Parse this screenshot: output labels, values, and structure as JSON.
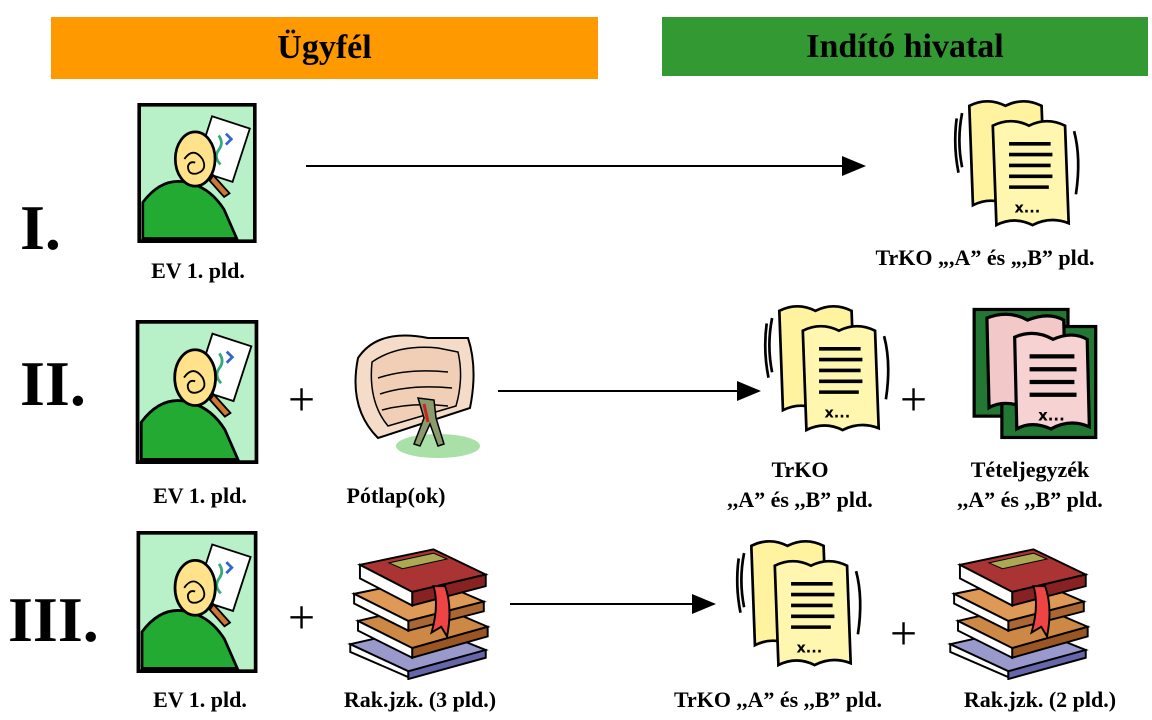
{
  "headers": {
    "left": "Ügyfél",
    "right": "Indító hivatal"
  },
  "rows": [
    {
      "numeral": "I.",
      "left_caption": "EV 1. pld.",
      "right_caption": "TrKO „,A” és „,B”  pld."
    },
    {
      "numeral": "II.",
      "left_caption": "EV 1. pld.",
      "extra_left_caption": "Pótlap(ok)",
      "right_caption_1": "TrKO",
      "right_caption_2": ",,A” és ,,B”  pld.",
      "right2_caption_1": "Tételjegyzék",
      "right2_caption_2": ",,A” és ,,B”  pld.",
      "plus_sign": "+"
    },
    {
      "numeral": "III.",
      "left_caption": "EV 1. pld.",
      "extra_left_caption": "Rak.jzk. (3 pld.)",
      "right_caption": "TrKO ,,A” és ,,B”  pld.",
      "right2_caption": "Rak.jzk. (2 pld.)",
      "plus_sign": "+"
    }
  ],
  "icons": [
    "person-writing-icon",
    "document-pair-icon",
    "folder-carrier-icon",
    "framed-document-icon",
    "book-stack-icon"
  ],
  "colors": {
    "left_header": "#ff9900",
    "right_header": "#339933"
  }
}
